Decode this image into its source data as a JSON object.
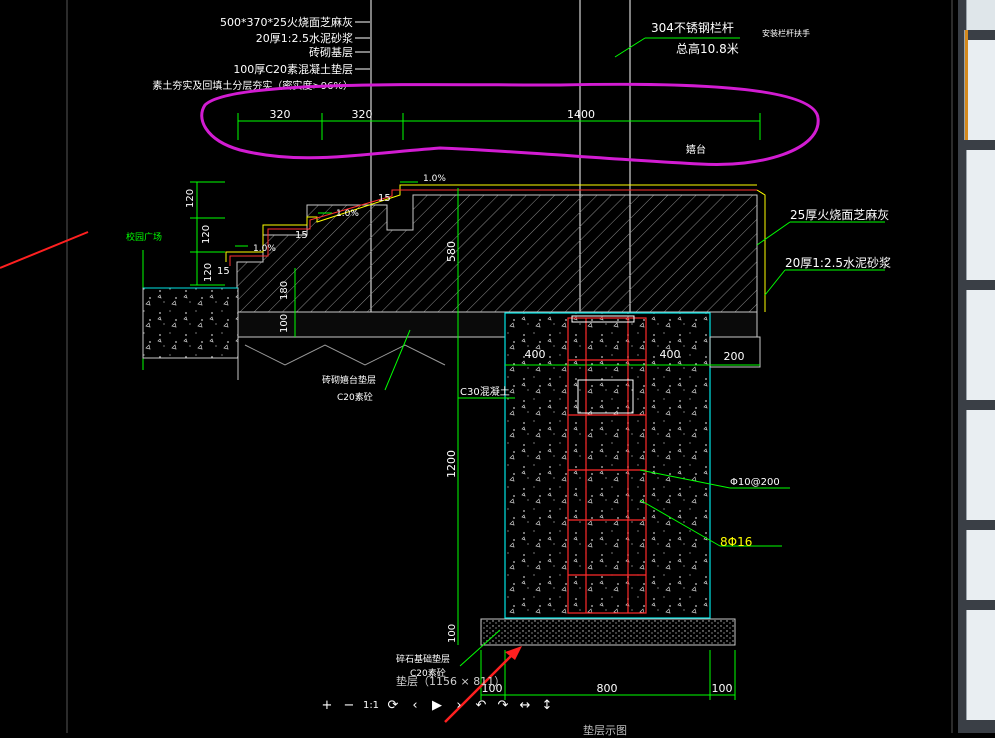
{
  "drawing": {
    "layer_labels": [
      "500*370*25火烧面芝麻灰",
      "20厚1:2.5水泥砂浆",
      "砖砌基层",
      "100厚C20素混凝土垫层",
      "素土夯实及回填土分层夯实（密实度>96%）"
    ],
    "railing_label_1": "304不锈钢栏杆",
    "railing_label_2": "总高10.8米",
    "railing_note": "安装栏杆扶手",
    "dimensions_top": [
      "320",
      "320",
      "1400"
    ],
    "platform_label": "嬉台",
    "slopes": [
      "1.0%",
      "1.0%",
      "1.0%"
    ],
    "step_dims": [
      "15",
      "15",
      "15"
    ],
    "left_vert_dims": [
      "120",
      "120",
      "120",
      "180",
      "100"
    ],
    "plaza_label": "校园广场",
    "finish_right_1": "25厚火烧面芝麻灰",
    "finish_right_2": "20厚1:2.5水泥砂浆",
    "depth_580": "580",
    "column_dims": [
      "400",
      "400",
      "200"
    ],
    "base_label_1": "砖砌嬉台垫层",
    "base_label_2": "C20素砼",
    "concrete_label": "C30混凝土",
    "depth_1200": "1200",
    "rebar_stirrup": "Φ10@200",
    "rebar_main": "8Φ16",
    "footing_thickness": "100",
    "footing_label_1": "碎石基础垫层",
    "footing_label_2": "C20素砼",
    "footing_dims": [
      "100",
      "800",
      "100"
    ]
  },
  "viewer": {
    "caption": "垫层（1156 × 811）",
    "below_caption": "垫层示图",
    "toolbar": [
      "+",
      "−",
      "1:1",
      "⟳",
      "‹",
      "▶",
      "›",
      "↶",
      "↷",
      "↔",
      "↕"
    ]
  },
  "colors": {
    "green": "#00ff00",
    "cyan": "#00e5e5",
    "white": "#ffffff",
    "magenta": "#d21cd2",
    "red": "#ff2a2a",
    "yellow": "#ffff00",
    "hatch": "#9a9a9a"
  }
}
